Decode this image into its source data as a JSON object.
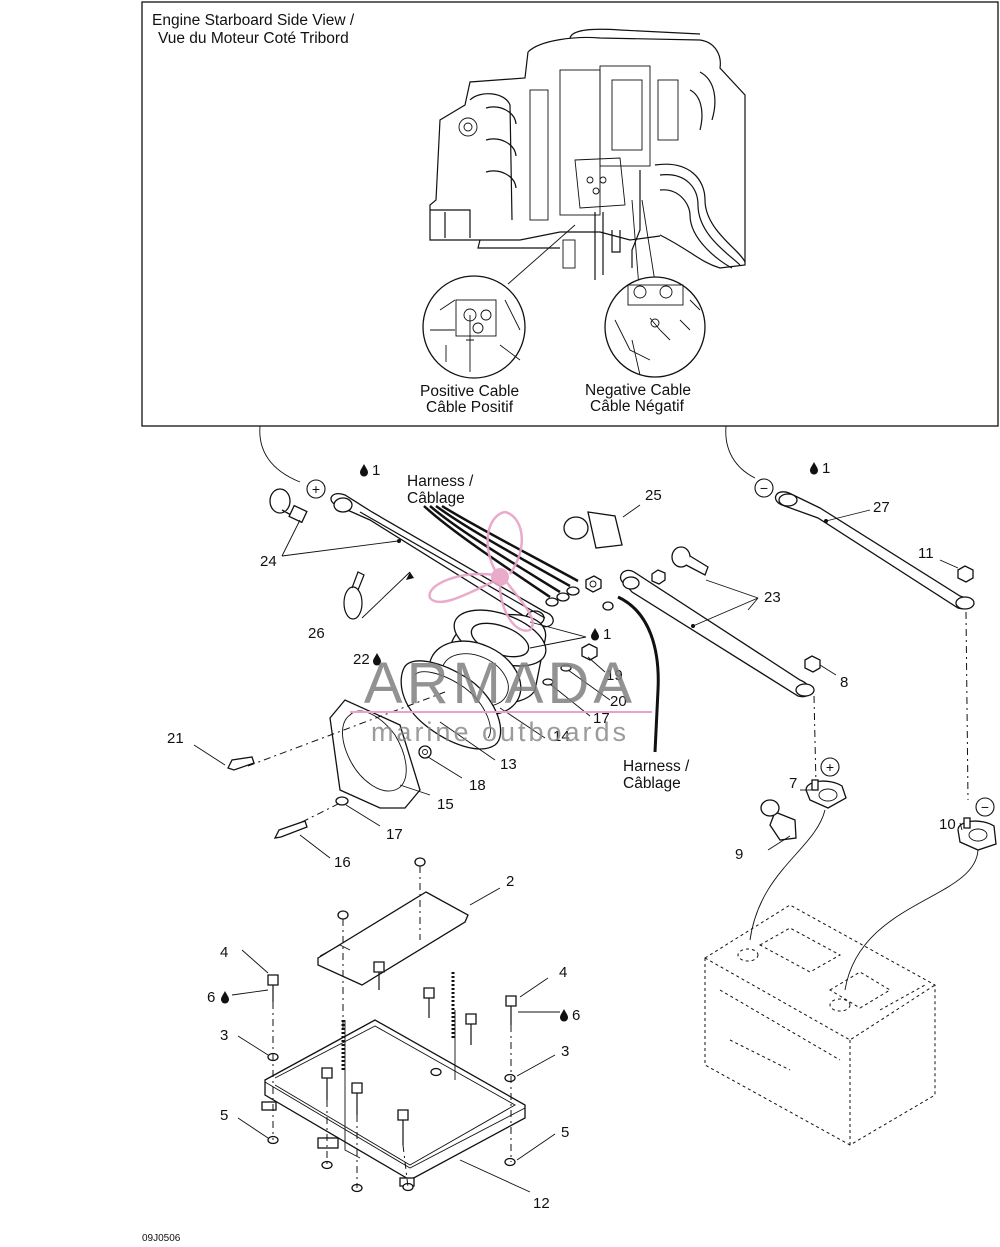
{
  "inset": {
    "title_line1": "Engine Starboard Side View /",
    "title_line2": "Vue du Moteur Coté Tribord",
    "positive_line1": "Positive Cable",
    "positive_line2": "Câble Positif",
    "negative_line1": "Negative Cable",
    "negative_line2": "Câble Négatif"
  },
  "harness_top": {
    "line1": "Harness /",
    "line2": "Câblage"
  },
  "harness_bottom": {
    "line1": "Harness /",
    "line2": "Câblage"
  },
  "symbols": {
    "plus": "+",
    "minus": "−",
    "drop": "drop-icon"
  },
  "parts": [
    {
      "id": "p1a",
      "num": "1"
    },
    {
      "id": "p1b",
      "num": "1"
    },
    {
      "id": "p1c",
      "num": "1"
    },
    {
      "id": "p2",
      "num": "2"
    },
    {
      "id": "p3a",
      "num": "3"
    },
    {
      "id": "p3b",
      "num": "3"
    },
    {
      "id": "p4a",
      "num": "4"
    },
    {
      "id": "p4b",
      "num": "4"
    },
    {
      "id": "p5a",
      "num": "5"
    },
    {
      "id": "p5b",
      "num": "5"
    },
    {
      "id": "p6a",
      "num": "6"
    },
    {
      "id": "p6b",
      "num": "6"
    },
    {
      "id": "p7",
      "num": "7"
    },
    {
      "id": "p8",
      "num": "8"
    },
    {
      "id": "p9",
      "num": "9"
    },
    {
      "id": "p10",
      "num": "10"
    },
    {
      "id": "p11",
      "num": "11"
    },
    {
      "id": "p12",
      "num": "12"
    },
    {
      "id": "p13",
      "num": "13"
    },
    {
      "id": "p14",
      "num": "14"
    },
    {
      "id": "p15",
      "num": "15"
    },
    {
      "id": "p16",
      "num": "16"
    },
    {
      "id": "p17a",
      "num": "17"
    },
    {
      "id": "p17b",
      "num": "17"
    },
    {
      "id": "p18",
      "num": "18"
    },
    {
      "id": "p19",
      "num": "19"
    },
    {
      "id": "p20",
      "num": "20"
    },
    {
      "id": "p21",
      "num": "21"
    },
    {
      "id": "p22",
      "num": "22"
    },
    {
      "id": "p23",
      "num": "23"
    },
    {
      "id": "p24",
      "num": "24"
    },
    {
      "id": "p25",
      "num": "25"
    },
    {
      "id": "p26",
      "num": "26"
    },
    {
      "id": "p27",
      "num": "27"
    }
  ],
  "watermark": {
    "brand": "ARMADA",
    "tagline": "marine outboards",
    "accent_color": "#e8a3c6"
  },
  "figure_code": "09J0506"
}
